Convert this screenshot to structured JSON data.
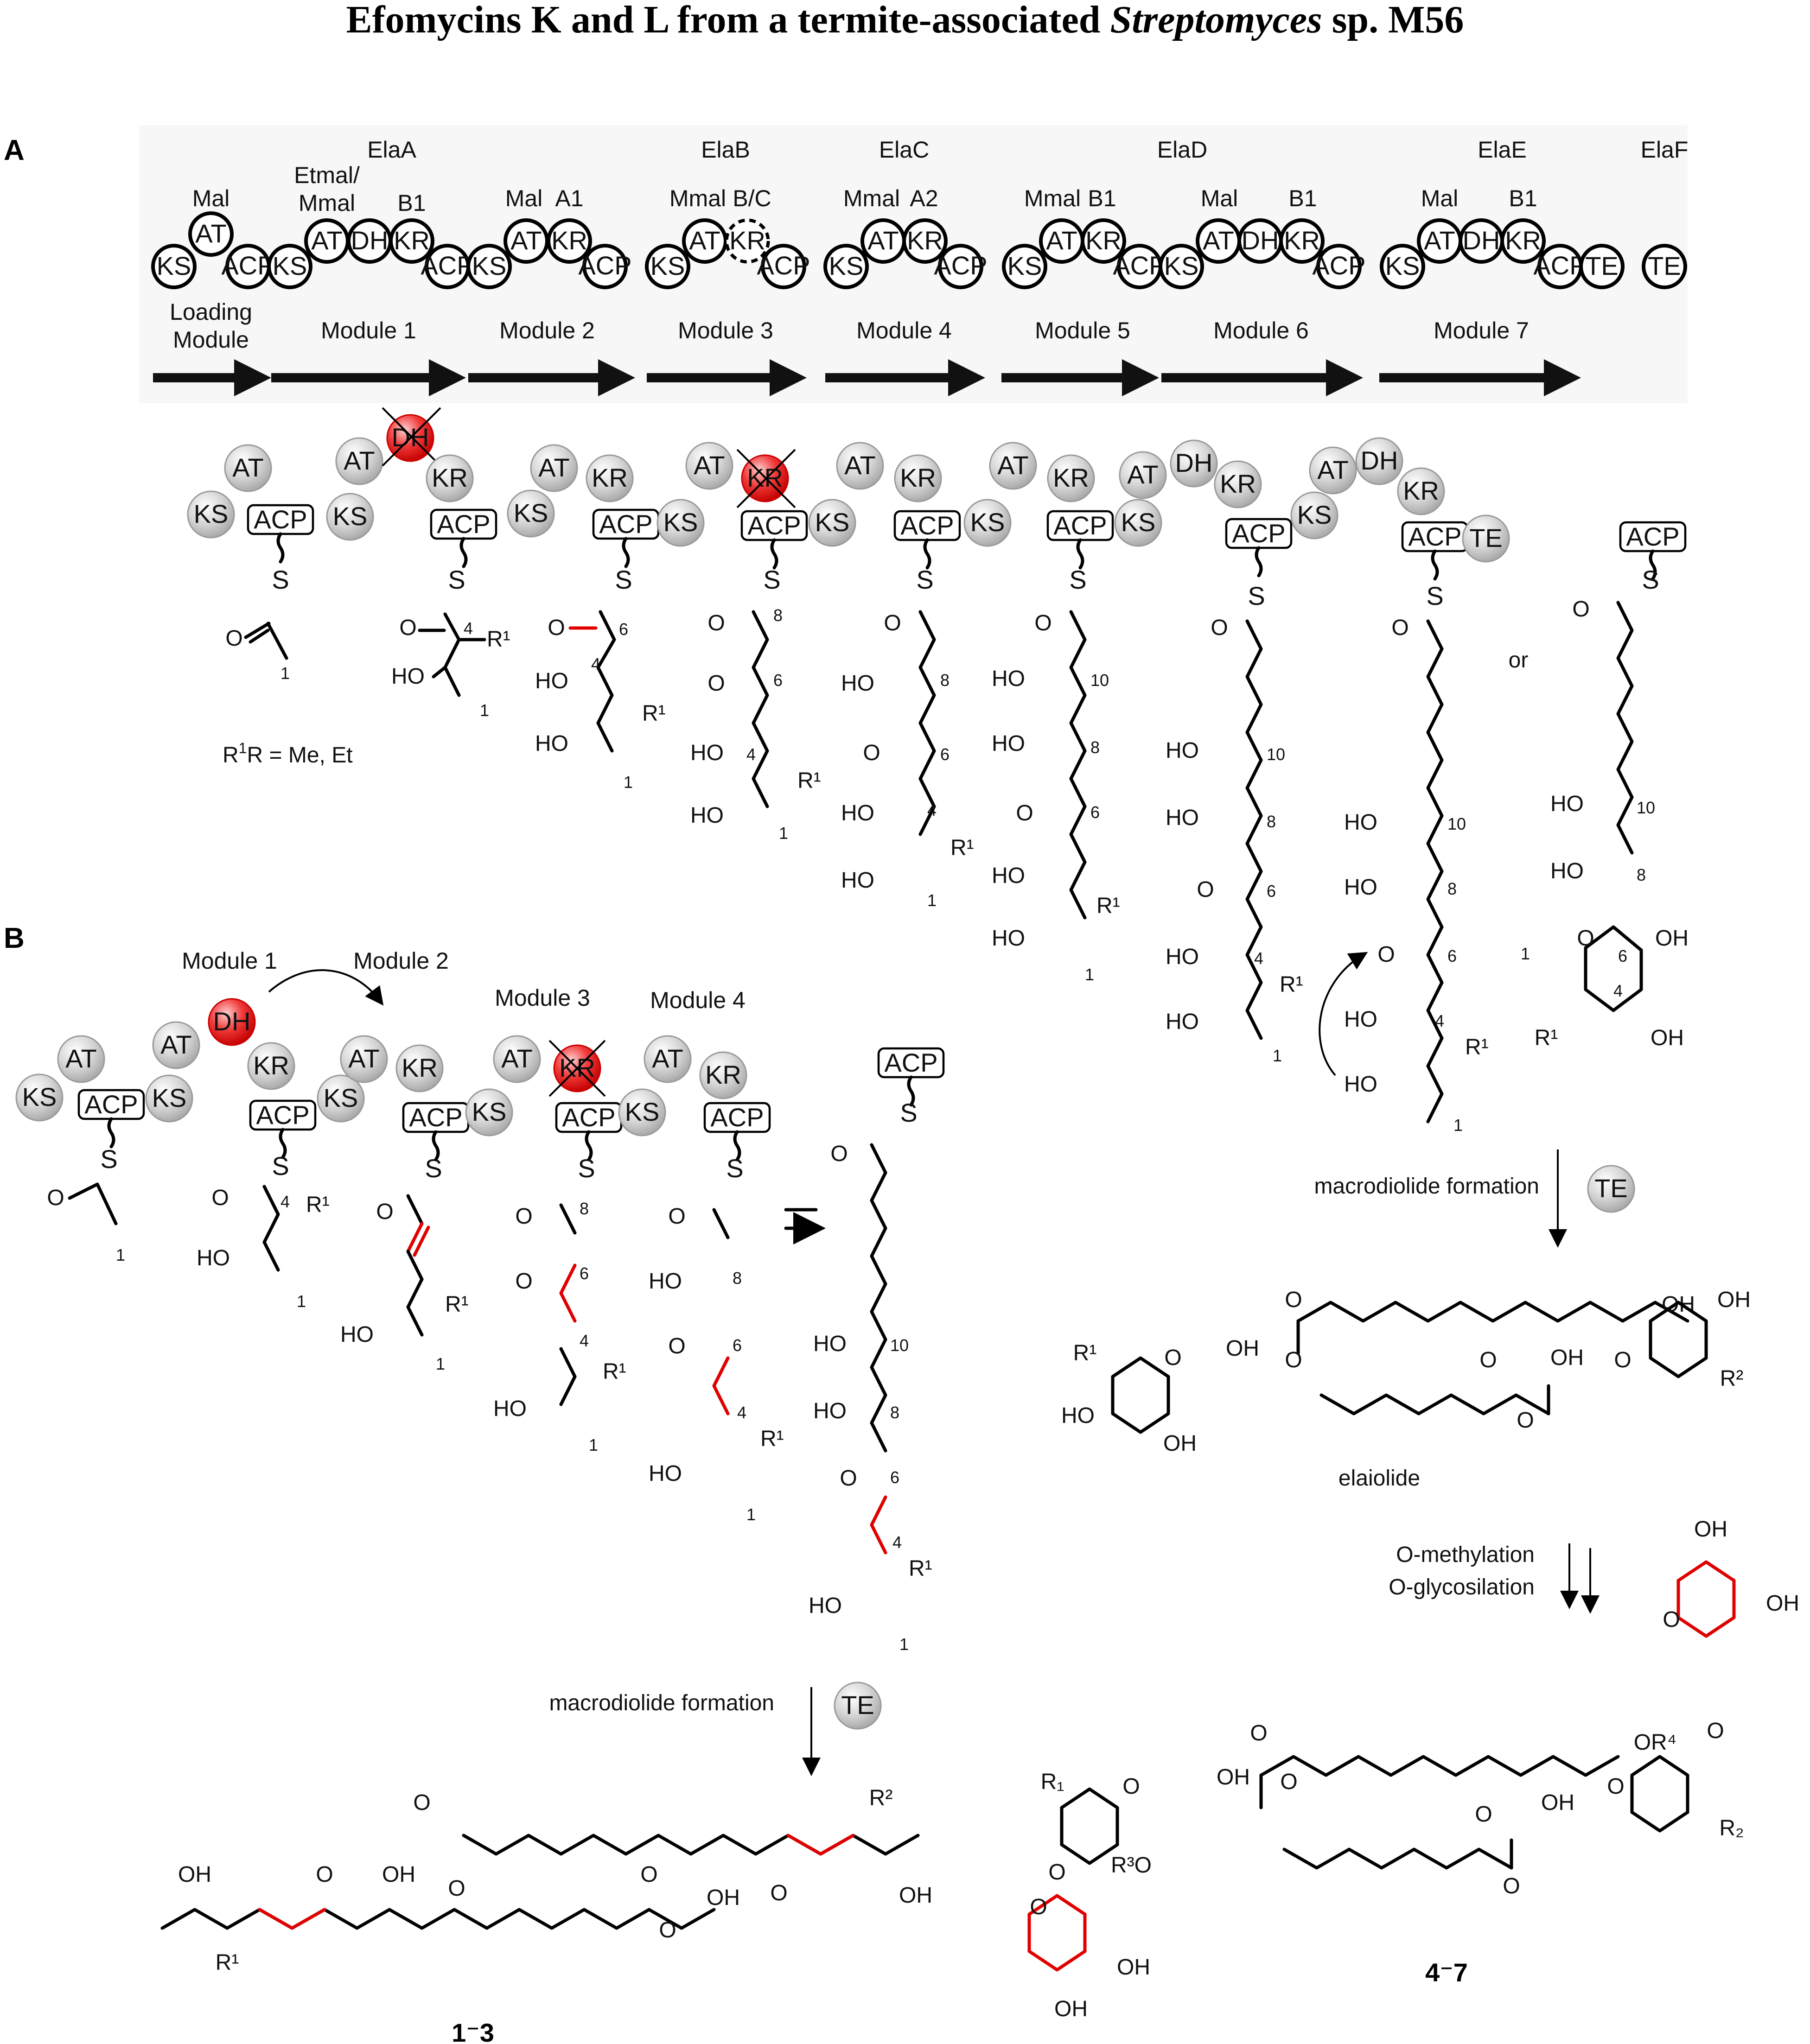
{
  "title": {
    "part1": "Efomycins K and L from a termite-associated ",
    "italic": "Streptomyces",
    "part2": " sp. M56"
  },
  "panel_a": {
    "label": "A",
    "proteins": [
      "ElaA",
      "ElaB",
      "ElaC",
      "ElaD",
      "ElaE",
      "ElaF"
    ],
    "specificities": {
      "mal_load": "Mal",
      "etmal_1": "Etmal/",
      "etmal_2": "Mmal",
      "b1_m1": "B1",
      "mal_m2": "Mal",
      "a1_m2": "A1",
      "mmal_m3": "Mmal",
      "bc_m3": "B/C",
      "mmal_m4": "Mmal",
      "a2_m4": "A2",
      "mmal_m5": "Mmal",
      "b1_m5": "B1",
      "mal_m6": "Mal",
      "b1_m6": "B1",
      "mal_m7": "Mal",
      "b1_m7": "B1"
    },
    "domains": {
      "ks": "KS",
      "at": "AT",
      "acp": "ACP",
      "dh": "DH",
      "kr": "KR",
      "te": "TE"
    },
    "modules": {
      "loading_1": "Loading",
      "loading_2": "Module",
      "m1": "Module 1",
      "m2": "Module 2",
      "m3": "Module 3",
      "m4": "Module 4",
      "m5": "Module 5",
      "m6": "Module 6",
      "m7": "Module 7"
    },
    "r1_note": "R = Me, Et",
    "r1_sup": "1",
    "or_label": "or"
  },
  "panel_b": {
    "label": "B",
    "modules": {
      "m1": "Module 1",
      "m2": "Module 2",
      "m3": "Module 3",
      "m4": "Module 4"
    },
    "macro_label": "macrodiolide formation",
    "compound_1_3": "1⁻3"
  },
  "right_panel": {
    "macro_label": "macrodiolide formation",
    "te": "TE",
    "elaiolide": "elaiolide",
    "methylation": "O-methylation",
    "glycosylation": "O-glycosilation",
    "compound_4_7": "4⁻7"
  },
  "atom_labels": {
    "ho": "HO",
    "oh": "OH",
    "o": "O",
    "s": "S",
    "r1": "R¹",
    "r2": "R²",
    "r1_sub": "R₁",
    "r2_sub": "R₂",
    "or4": "OR⁴",
    "r3o": "R³O"
  },
  "colors": {
    "modified_domain": "#e53030",
    "new_group": "#e00000",
    "domain_gray": "#cfcfcf",
    "panel_a_background": "#f7f7f7"
  }
}
